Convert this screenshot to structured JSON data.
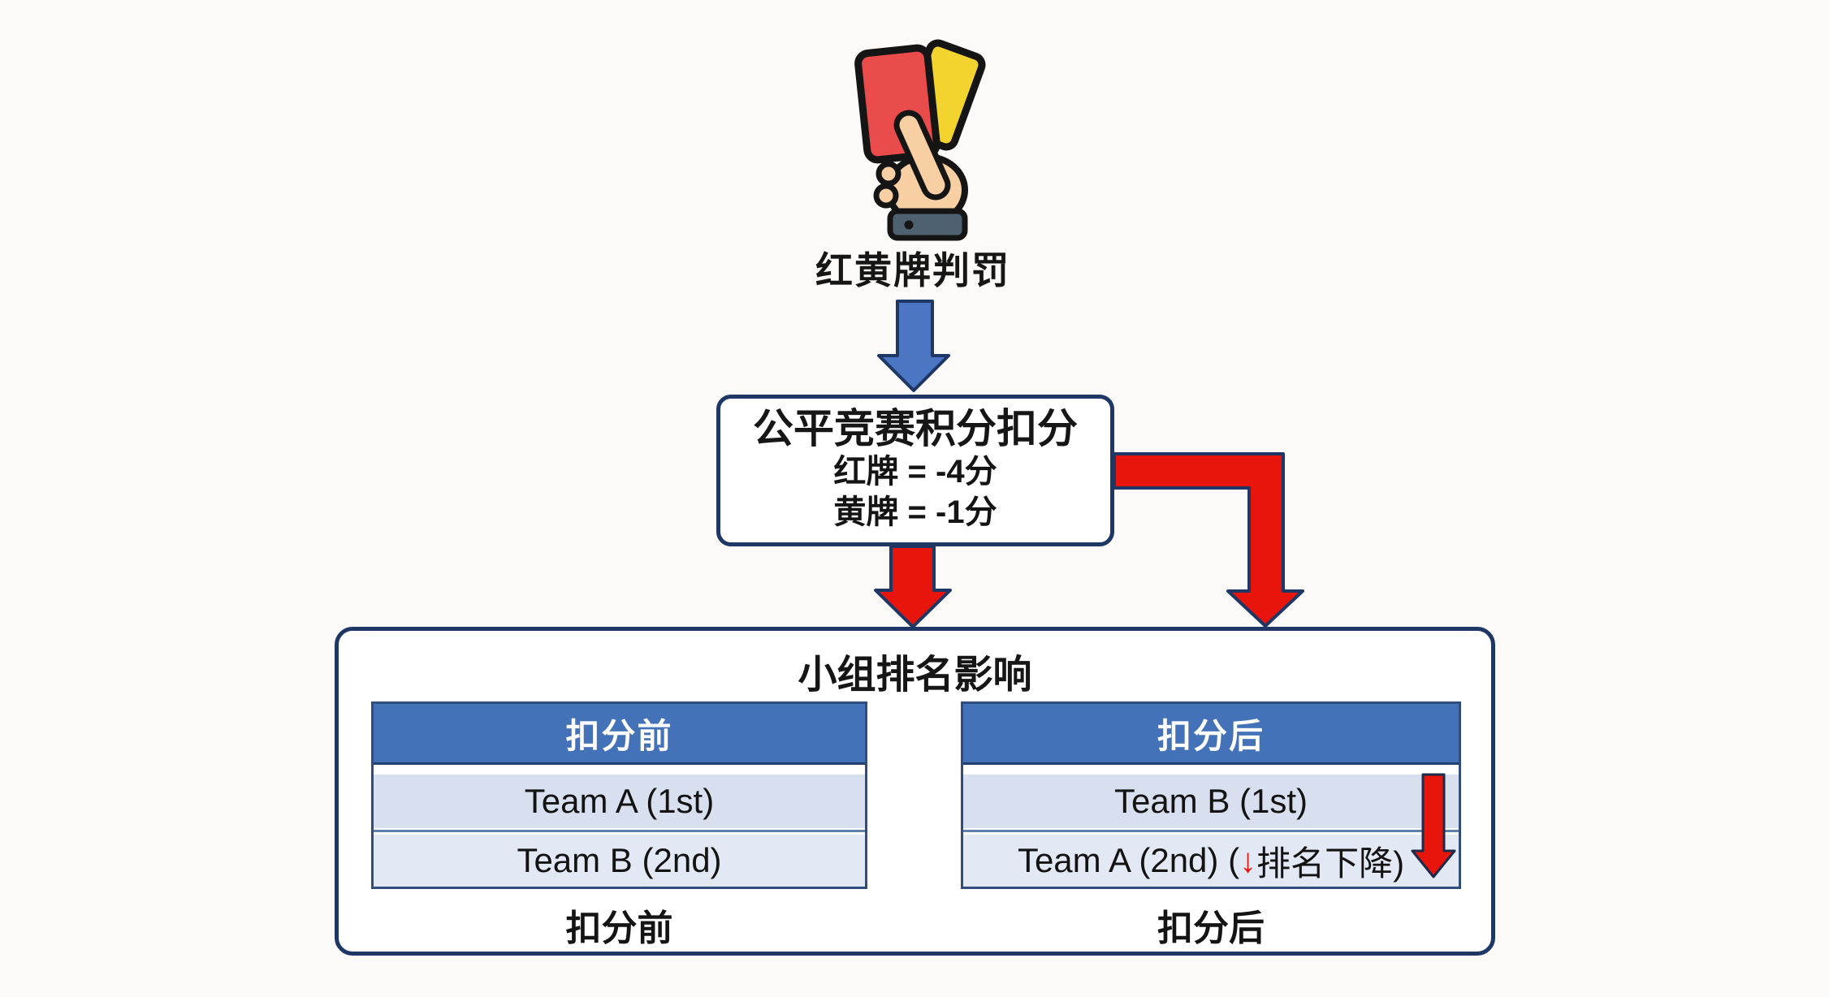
{
  "colors": {
    "background": "#fbfaf8",
    "navy": "#1e3765",
    "arrow_blue": "#4a76c4",
    "arrow_red": "#e8150d",
    "header_blue": "#4472b8",
    "row_light": "#d8e0ef",
    "row_lighter": "#e3e9f4",
    "text": "#161616"
  },
  "top": {
    "icon": "red-yellow-cards-icon",
    "title": "红黄牌判罚"
  },
  "deduction_box": {
    "title": "公平竞赛积分扣分",
    "line1": "红牌 = -4分",
    "line2": "黄牌 = -1分"
  },
  "impact_box": {
    "title": "小组排名影响",
    "before_table": {
      "header": "扣分前",
      "row1": "Team A (1st)",
      "row2": "Team B (2nd)",
      "caption": "扣分前"
    },
    "after_table": {
      "header": "扣分后",
      "row1": "Team B (1st)",
      "row2_prefix": "Team A (2nd) (",
      "row2_arrow": "↓",
      "row2_suffix": "排名下降)",
      "caption": "扣分后"
    }
  }
}
